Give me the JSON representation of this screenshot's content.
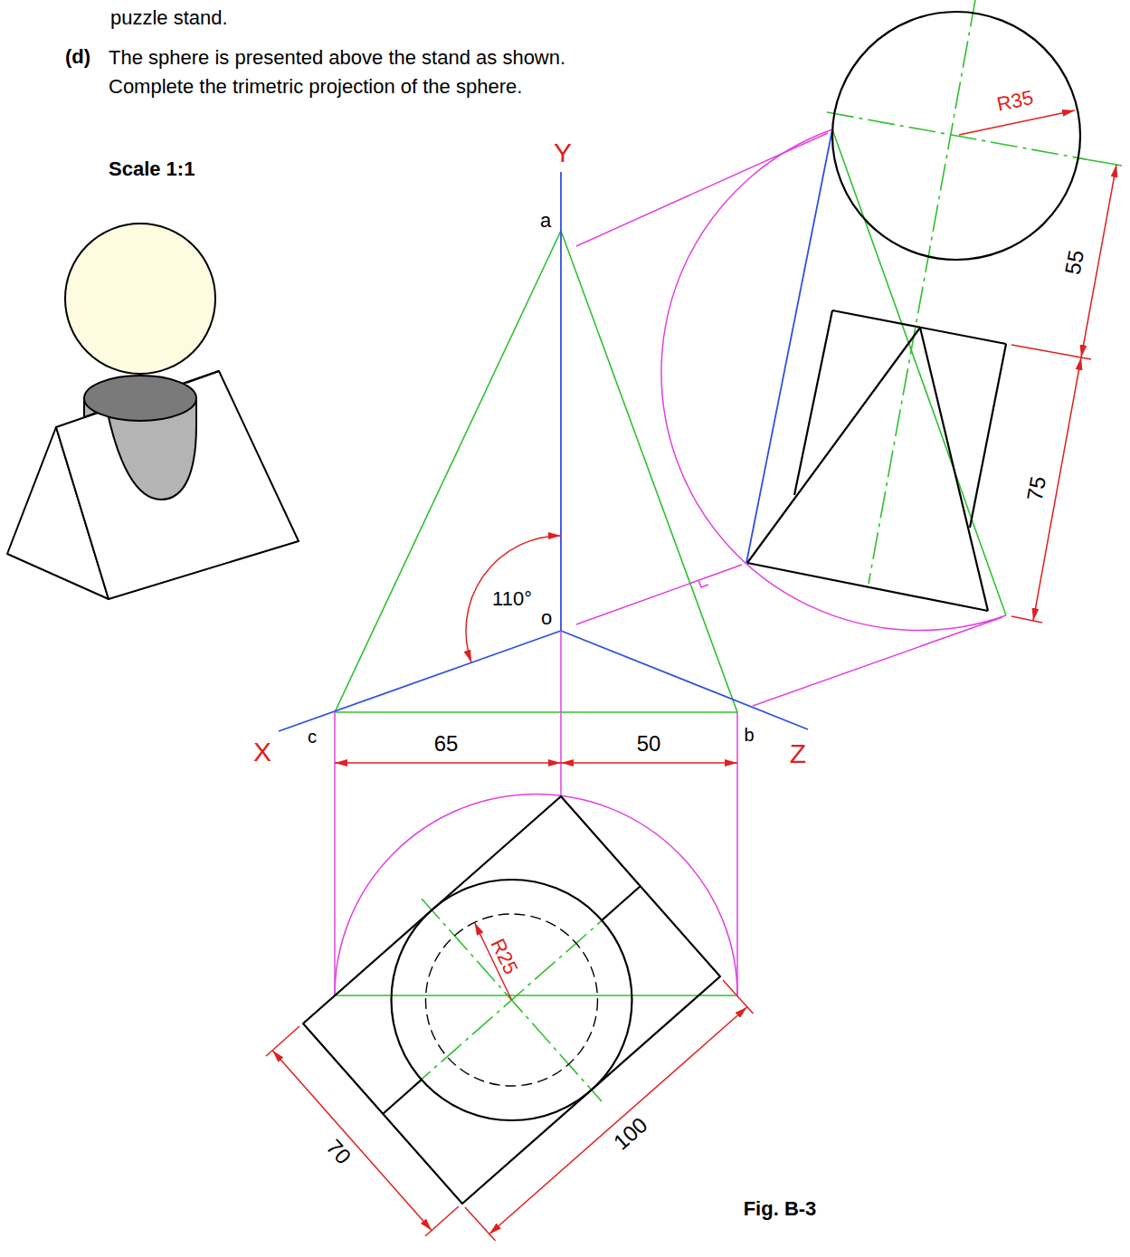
{
  "diagram": {
    "caption": "Fig. B-3",
    "labels": [
      "puzzle stand.",
      "(d)",
      "The sphere is presented above the stand as shown. Complete the trimetric projection of the sphere.",
      "Scale 1:1",
      "Y",
      "a",
      "110°",
      "o",
      "X",
      "c",
      "65",
      "50",
      "b",
      "Z",
      "R35",
      "55",
      "75",
      "R25",
      "70",
      "100"
    ]
  }
}
